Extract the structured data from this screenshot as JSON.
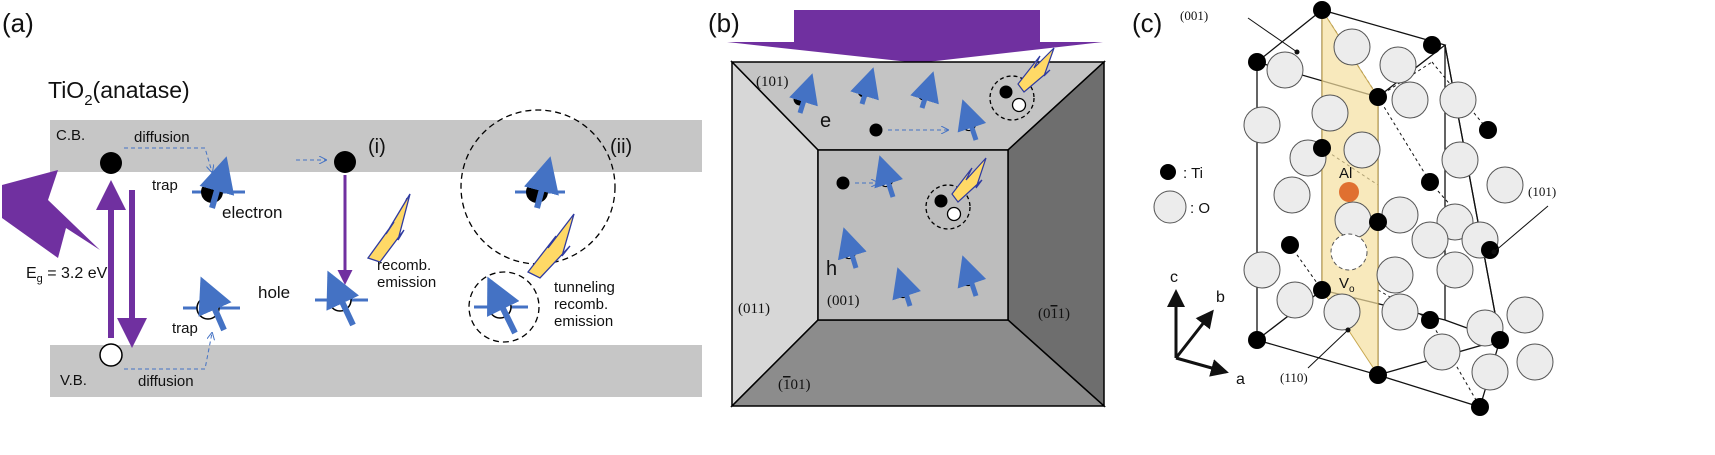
{
  "panel_a": {
    "letter": "(a)",
    "material_main": "TiO",
    "material_sub": "2",
    "material_suffix": "(anatase)",
    "cb_label": "C.B.",
    "vb_label": "V.B.",
    "diffusion_top": "diffusion",
    "diffusion_bottom": "diffusion",
    "trap_top": "trap",
    "trap_bottom": "trap",
    "electron_label": "electron",
    "hole_label": "hole",
    "case_i": "(i)",
    "case_ii": "(ii)",
    "recomb_line1": "recomb.",
    "recomb_line2": "emission",
    "tunnel_line1": "tunneling",
    "tunnel_line2": "recomb.",
    "tunnel_line3": "emission",
    "eg_main": "E",
    "eg_sub": "g",
    "eg_value": " = 3.2 eV"
  },
  "panel_b": {
    "letter": "(b)",
    "facet_101_top": "(101)",
    "facet_011": "(011)",
    "facet_001": "(001)",
    "facet_0m11_a": "(0",
    "facet_0m11_b": "1",
    "facet_0m11_c": "1)",
    "facet_m101_a": "(",
    "facet_m101_b": "1",
    "facet_m101_c": "01)",
    "e_label": "e",
    "h_label": "h"
  },
  "panel_c": {
    "letter": "(c)",
    "facet_001": "(001)",
    "facet_101": "(101)",
    "facet_110": "(110)",
    "legend_ti": ": Ti",
    "legend_o": ": O",
    "al_label": "Al",
    "vo_main": "V",
    "vo_sub": "o",
    "axis_c": "c",
    "axis_b": "b",
    "axis_a": "a"
  },
  "colors": {
    "band": "#c6c6c6",
    "arrow_purple": "#7030a0",
    "spin_blue": "#4472c4",
    "lightning": "#ffd966",
    "al_orange": "#e07030",
    "plane_fill": "#f5dfa0"
  }
}
